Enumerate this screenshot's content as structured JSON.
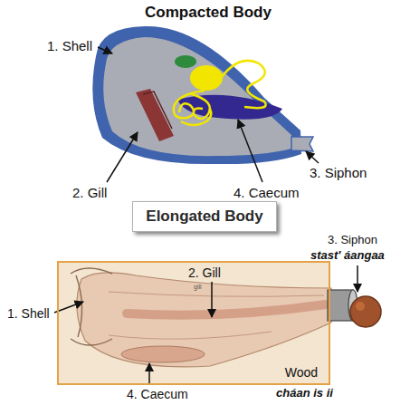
{
  "diagram": {
    "title": "Compacted Body",
    "nodes": [
      {
        "text": [
          "Elongated Body"
        ]
      },
      {
        "text": [
          "Wood",
          "cháan is ii"
        ]
      }
    ],
    "labels": [
      "1. Shell",
      "2. Gill",
      "3. Siphon",
      "4. Caecum",
      "3. Siphon",
      "stast' áangaa",
      "2. Gill",
      "gill",
      "1. Shell",
      "4. Caecum"
    ]
  }
}
